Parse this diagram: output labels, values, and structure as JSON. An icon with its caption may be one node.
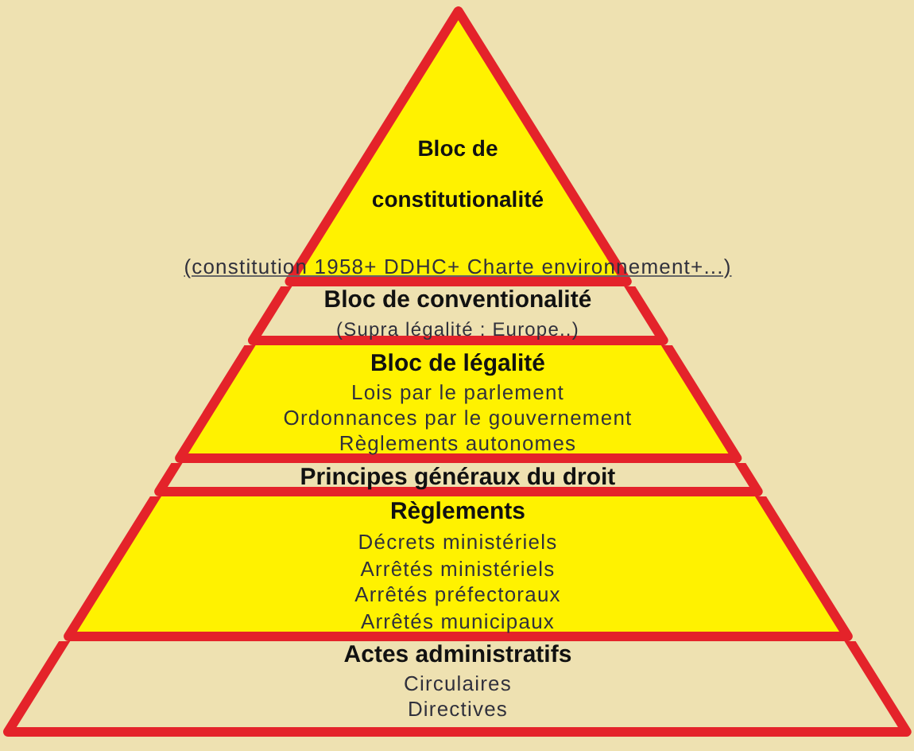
{
  "diagram": {
    "nodes": [
      {
        "text": [
          "Bloc de constitutionalité",
          "(constitution 1958+ DDHC+ Charte environnement+...)"
        ]
      },
      {
        "text": [
          "Bloc de conventionalité",
          "(Supra légalité : Europe..)"
        ]
      },
      {
        "text": [
          "Bloc de légalité",
          "Lois par le parlement",
          "Ordonnances par le gouvernement",
          "Règlements autonomes"
        ]
      },
      {
        "text": [
          "Principes généraux du droit"
        ]
      },
      {
        "text": [
          "Règlements",
          "Décrets ministériels",
          "Arrêtés ministériels",
          "Arrêtés préfectoraux",
          "Arrêtés municipaux"
        ]
      },
      {
        "text": [
          "Actes administratifs",
          "Circulaires",
          "Directives"
        ]
      }
    ]
  }
}
